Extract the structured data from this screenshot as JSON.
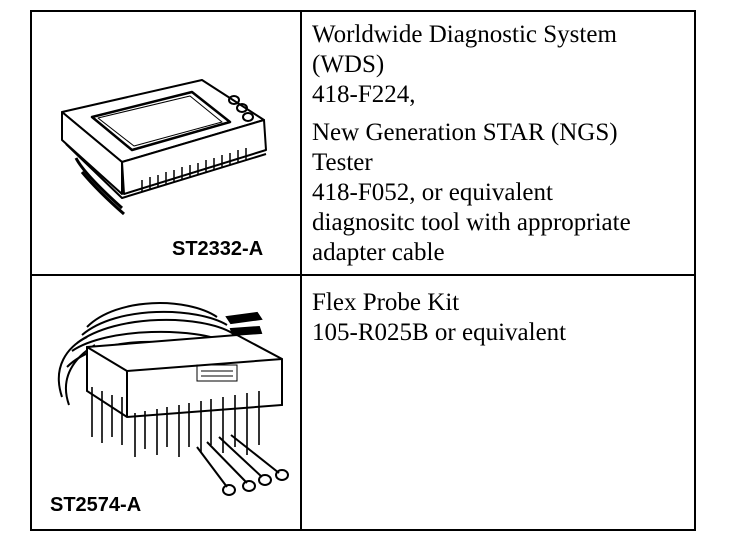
{
  "rows": [
    {
      "figure_label": "ST2332-A",
      "lines_a": [
        "Worldwide Diagnostic System",
        "(WDS)",
        "418-F224,"
      ],
      "lines_b": [
        "New Generation STAR (NGS)",
        "Tester",
        "418-F052, or equivalent",
        "diagnositc tool with appropriate",
        "adapter cable"
      ]
    },
    {
      "figure_label": "ST2574-A",
      "lines_a": [
        "Flex Probe Kit",
        "105-R025B or equivalent"
      ]
    }
  ]
}
